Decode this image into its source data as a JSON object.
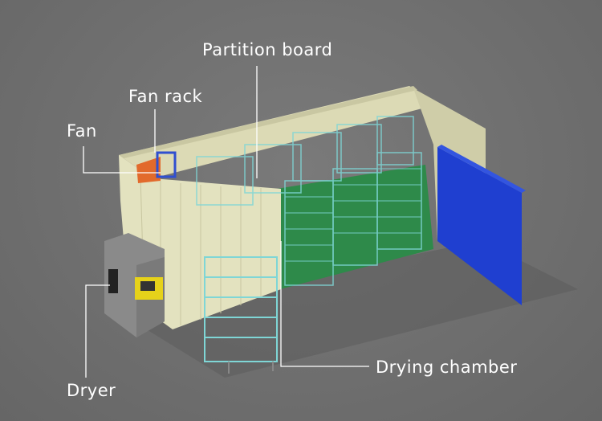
{
  "labels": {
    "partition_board": "Partition  board",
    "fan_rack": "Fan rack",
    "fan": "Fan",
    "dryer": "Dryer",
    "drying_chamber": "Drying  chamber"
  },
  "colors": {
    "background": "#727272",
    "wall": "#e3e2bf",
    "floor": "#2e8a4a",
    "door": "#1f3fd0",
    "rack": "#7fd6d6",
    "dryer_body": "#8a8a8a",
    "dryer_panel": "#e6d21a",
    "leader_line": "#ffffff"
  }
}
